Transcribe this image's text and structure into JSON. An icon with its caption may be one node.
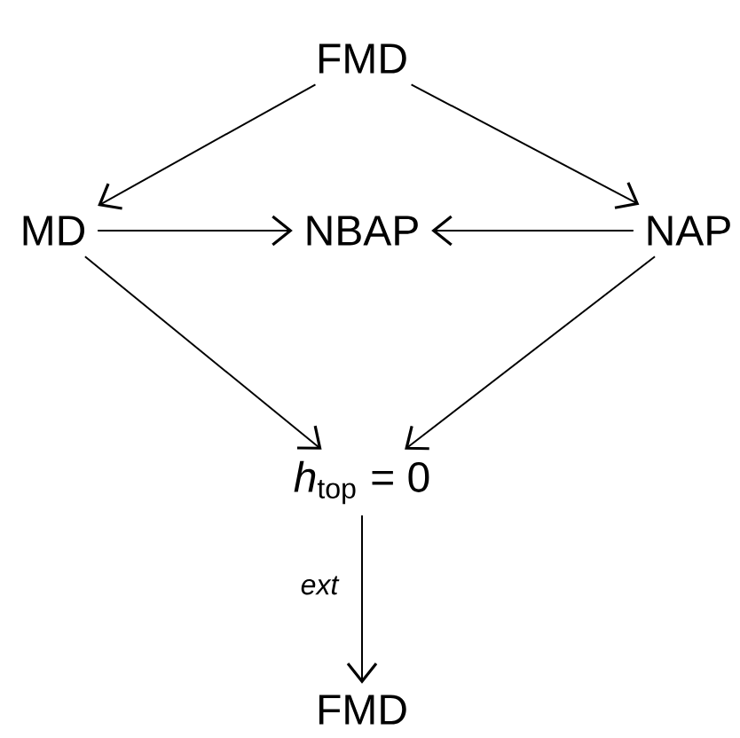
{
  "diagram": {
    "nodes": [
      {
        "text": [
          "FMD"
        ]
      },
      {
        "text": [
          "MD"
        ]
      },
      {
        "text": [
          "NBAP"
        ]
      },
      {
        "text": [
          "NAP"
        ]
      },
      {
        "text": [
          "*h*$_{top}$ = 0"
        ]
      },
      {
        "text": [
          "FMD"
        ]
      }
    ],
    "edges": [
      {
        "from": 0,
        "to": 1,
        "arrow": "to"
      },
      {
        "from": 0,
        "to": 3,
        "arrow": "to"
      },
      {
        "from": 1,
        "to": 2,
        "arrow": "to"
      },
      {
        "from": 3,
        "to": 2,
        "arrow": "to"
      },
      {
        "from": 1,
        "to": 4,
        "arrow": "to"
      },
      {
        "from": 3,
        "to": 4,
        "arrow": "to"
      },
      {
        "from": 4,
        "to": 5,
        "arrow": "to",
        "label": "ext"
      }
    ]
  }
}
